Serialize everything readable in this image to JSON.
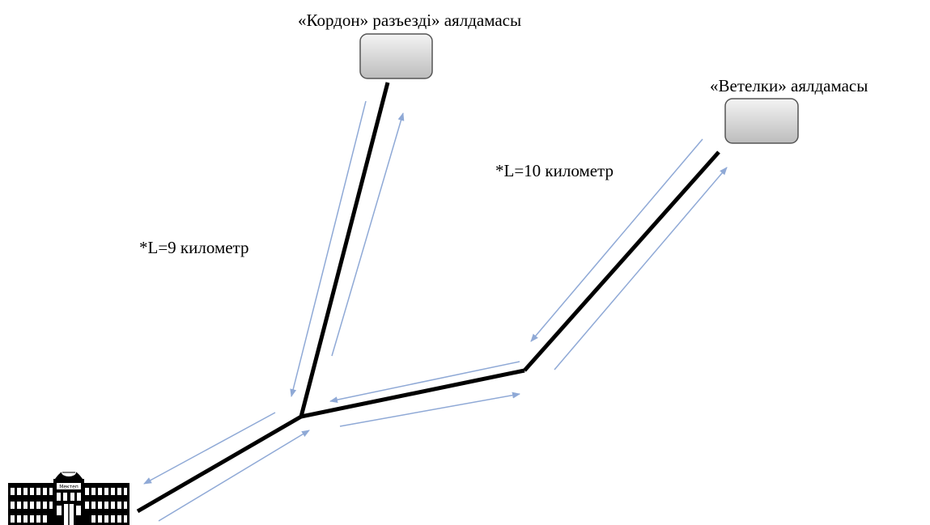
{
  "stops": {
    "kordon": {
      "label": "«Кордон» разъезді» аялдамасы"
    },
    "vetelki": {
      "label": "«Ветелки» аялдамасы"
    }
  },
  "routes": {
    "kordon_distance": "*L=9 километр",
    "vetelki_distance": "*L=10 километр"
  },
  "school": {
    "sign": "Мектеп"
  },
  "colors": {
    "road": "#000000",
    "arrow": "#8fa9d6",
    "stop_fill_top": "#f4f4f4",
    "stop_fill_bottom": "#bdbdbd",
    "stop_border": "#555555"
  }
}
